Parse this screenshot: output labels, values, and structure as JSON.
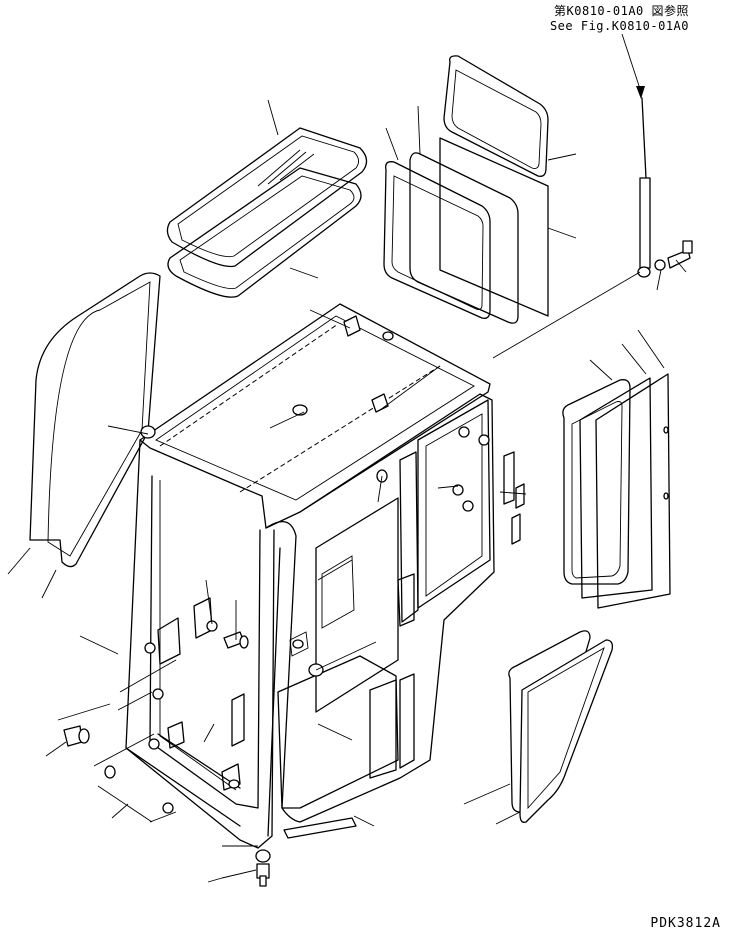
{
  "reference": {
    "japanese": "第K0810-01A0 図参照",
    "english": "See Fig.K0810-01A0"
  },
  "drawing_code": "PDK3812A"
}
